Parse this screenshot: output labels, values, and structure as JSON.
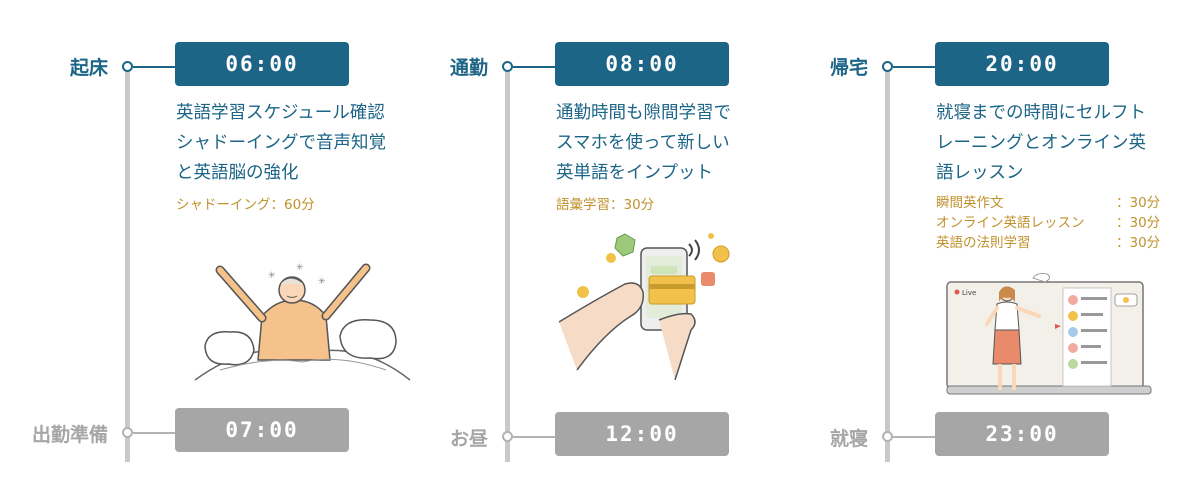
{
  "columns": [
    {
      "start_label": "起床",
      "start_time": "06:00",
      "desc_lines": [
        "英語学習スケジュール確認",
        "シャドーイングで音声知覚",
        "と英語脳の強化"
      ],
      "note": "シャドーイング：60分",
      "end_label": "出勤準備",
      "end_time": "07:00"
    },
    {
      "start_label": "通勤",
      "start_time": "08:00",
      "desc_lines": [
        "通勤時間も隙間学習で",
        "スマホを使って新しい",
        "英単語をインプット"
      ],
      "note": "語彙学習：30分",
      "end_label": "お昼",
      "end_time": "12:00"
    },
    {
      "start_label": "帰宅",
      "start_time": "20:00",
      "desc_lines": [
        "就寝までの時間にセルフト",
        "レーニングとオンライン英",
        "語レッスン"
      ],
      "rows": [
        {
          "name": "瞬間英作文",
          "value": "：30分"
        },
        {
          "name": "オンライン英語レッスン",
          "value": "：30分"
        },
        {
          "name": "英語の法則学習",
          "value": "：30分"
        }
      ],
      "end_label": "就寝",
      "end_time": "23:00"
    }
  ],
  "illustration_text": {
    "live": "Live"
  },
  "colors": {
    "primary": "#1d6587",
    "muted": "#a6a6a6",
    "accent": "#c1922c"
  }
}
